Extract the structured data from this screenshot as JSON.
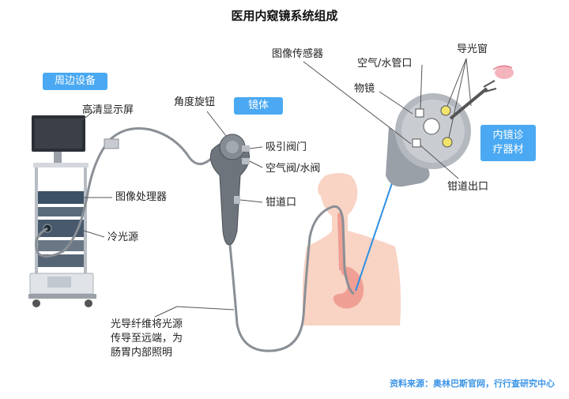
{
  "title": "医用内窥镜系统组成",
  "badges": {
    "peripheral": "周边设备",
    "scope_body": "镜体",
    "therapy": "内镜诊\n疗器材"
  },
  "labels": {
    "hd_display": "高清显示屏",
    "image_processor": "图像处理器",
    "cold_light_source": "冷光源",
    "angle_knob": "角度旋钮",
    "suction_valve": "吸引阀门",
    "air_water_valve": "空气阀/水阀",
    "forceps_port": "钳道口",
    "image_sensor": "图像传感器",
    "air_water_nozzle": "空气/水管口",
    "objective_lens": "物镜",
    "light_guide_window": "导光窗",
    "forceps_outlet": "钳道出口",
    "fiber_note": "光导纤维将光源\n传导至远端，为\n肠胃内部照明"
  },
  "source": "资料来源：奥林巴斯官网，行行查研究中心",
  "colors": {
    "accent": "#4aa9f2",
    "source_text": "#3b94e6",
    "body_silhouette": "#f9d3c4",
    "stomach": "#ef9f94",
    "probe_line": "#2f8fe0"
  }
}
